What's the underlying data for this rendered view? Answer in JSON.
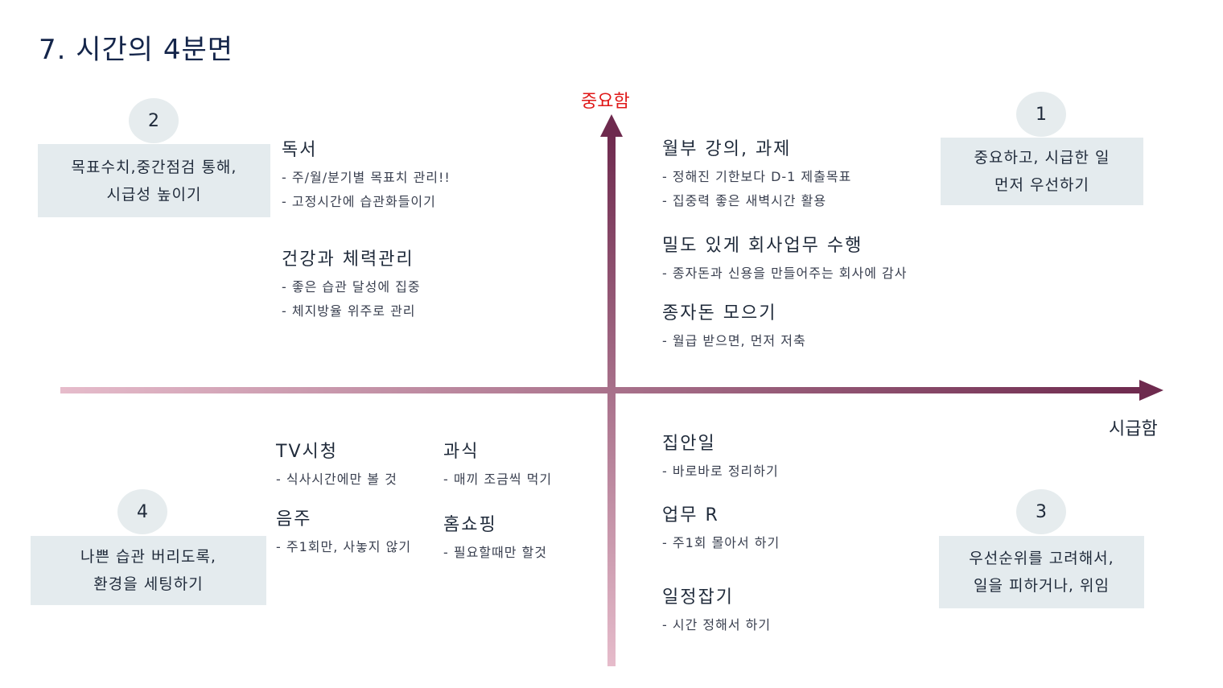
{
  "title": "7. 시간의 4분면",
  "axes": {
    "y_label": "중요함",
    "x_label": "시급함"
  },
  "colors": {
    "y_label": "#e01818",
    "axis_dark": "#6e2a4e",
    "axis_light": "#dcb2c4",
    "box_bg": "#e4ebee",
    "title": "#14254a"
  },
  "quadrants": {
    "q1": {
      "number": "1",
      "lines": [
        "중요하고, 시급한 일",
        "먼저 우선하기"
      ]
    },
    "q2": {
      "number": "2",
      "lines": [
        "목표수치,중간점검 통해,",
        "시급성 높이기"
      ]
    },
    "q3": {
      "number": "3",
      "lines": [
        "우선순위를 고려해서,",
        "일을 피하거나, 위임"
      ]
    },
    "q4": {
      "number": "4",
      "lines": [
        "나쁜 습관 버리도록,",
        "환경을 세팅하기"
      ]
    }
  },
  "items": {
    "reading": {
      "heading": "독서",
      "details": [
        "- 주/월/분기별 목표치 관리!!",
        "- 고정시간에 습관화들이기"
      ]
    },
    "health": {
      "heading": "건강과 체력관리",
      "details": [
        "- 좋은 습관 달성에 집중",
        "- 체지방율 위주로 관리"
      ]
    },
    "lecture": {
      "heading": "월부 강의, 과제",
      "details": [
        "- 정해진 기한보다 D-1 제출목표",
        "- 집중력 좋은 새벽시간 활용"
      ]
    },
    "work": {
      "heading": "밀도 있게 회사업무 수행",
      "details": [
        "- 종자돈과 신용을 만들어주는 회사에 감사"
      ]
    },
    "savings": {
      "heading": "종자돈 모으기",
      "details": [
        "- 월급 받으면, 먼저 저축"
      ]
    },
    "tv": {
      "heading": "TV시청",
      "details": [
        "- 식사시간에만 볼 것"
      ]
    },
    "overeat": {
      "heading": "과식",
      "details": [
        "- 매끼 조금씩 먹기"
      ]
    },
    "drinking": {
      "heading": "음주",
      "details": [
        "- 주1회만, 사놓지 않기"
      ]
    },
    "shopping": {
      "heading": "홈쇼핑",
      "details": [
        "- 필요할때만 할것"
      ]
    },
    "housework": {
      "heading": "집안일",
      "details": [
        "- 바로바로 정리하기"
      ]
    },
    "work_r": {
      "heading": "업무 R",
      "details": [
        "- 주1회 몰아서 하기"
      ]
    },
    "schedule": {
      "heading": "일정잡기",
      "details": [
        "- 시간 정해서 하기"
      ]
    }
  }
}
